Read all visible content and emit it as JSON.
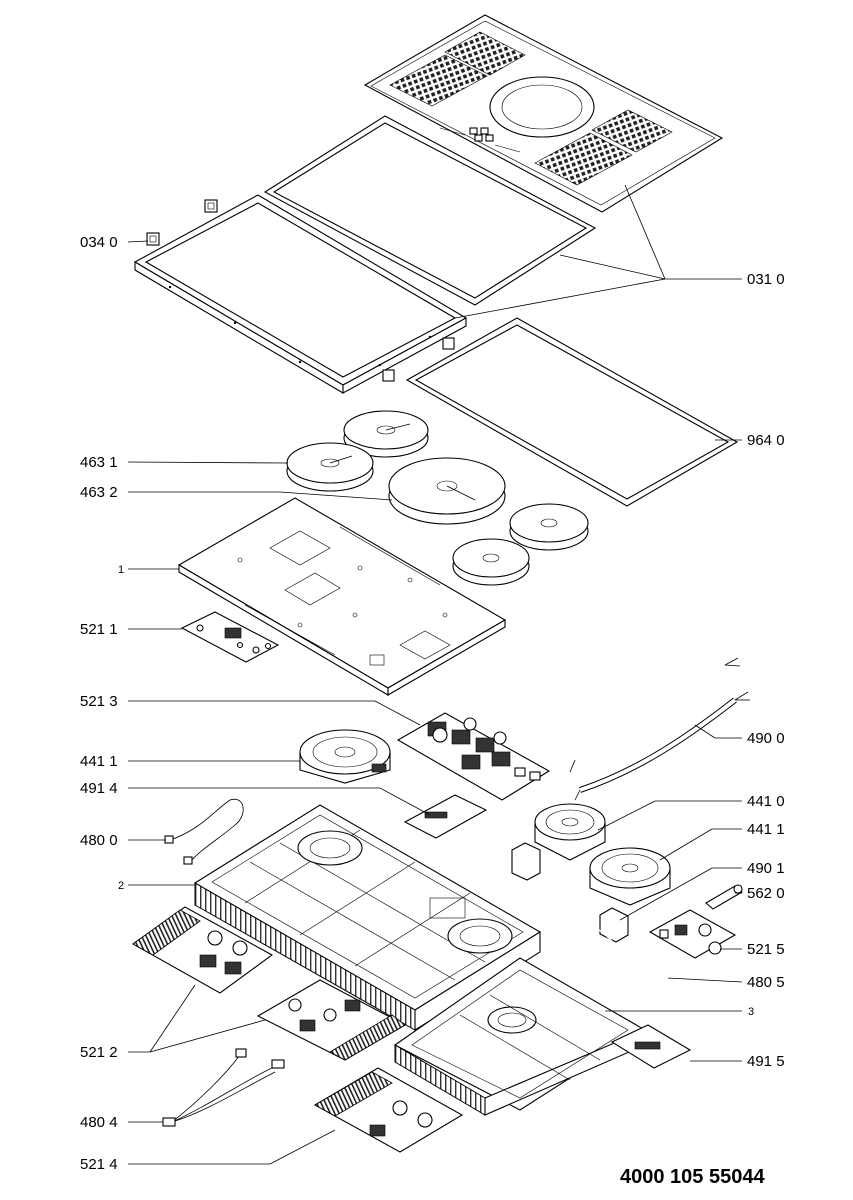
{
  "diagram": {
    "document_number": "4000 105 55044",
    "labels": {
      "l0340": "034 0",
      "l0310": "031 0",
      "l9640": "964 0",
      "l4631": "463 1",
      "l4632": "463 2",
      "l1": "1",
      "l5211": "521 1",
      "l5213": "521 3",
      "l4900": "490 0",
      "l4411": "441 1",
      "l4914": "491 4",
      "l4410": "441 0",
      "l4800": "480 0",
      "l4411b": "441 1",
      "l4901": "490 1",
      "l2": "2",
      "l5620": "562 0",
      "l5215": "521 5",
      "l4805": "480 5",
      "l3": "3",
      "l5212": "521 2",
      "l4915": "491 5",
      "l4804": "480 4",
      "l5214": "521 4"
    }
  }
}
